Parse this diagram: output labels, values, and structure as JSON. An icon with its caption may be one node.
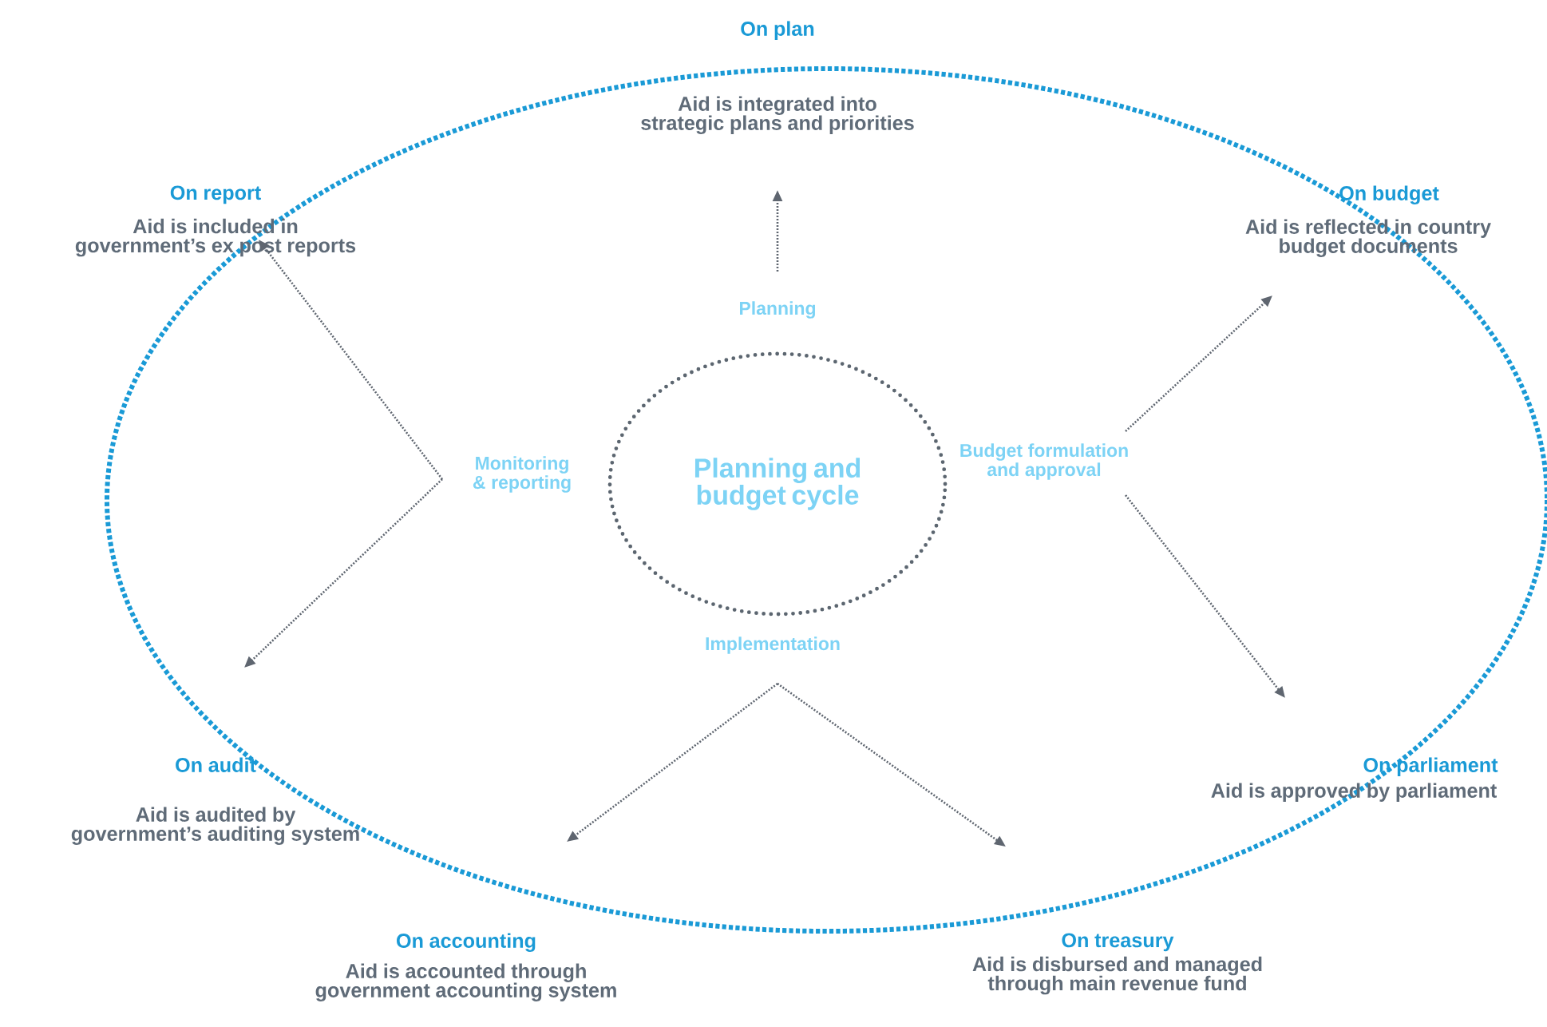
{
  "diagram": {
    "nodes": [
      {
        "text": [
          "Planning and budget cycle"
        ]
      },
      {
        "text": [
          "Planning"
        ]
      },
      {
        "text": [
          "Budget formulation and approval"
        ]
      },
      {
        "text": [
          "Implementation"
        ]
      },
      {
        "text": [
          "Monitoring & reporting"
        ]
      },
      {
        "text": [
          "On plan",
          "Aid is integrated into strategic plans and priorities"
        ]
      },
      {
        "text": [
          "On budget",
          "Aid is reflected in country budget documents"
        ]
      },
      {
        "text": [
          "On parliament",
          "Aid is approved by parliament"
        ]
      },
      {
        "text": [
          "On treasury",
          "Aid is disbursed and managed through main revenue fund"
        ]
      },
      {
        "text": [
          "On accounting",
          "Aid is accounted through government accounting system"
        ]
      },
      {
        "text": [
          "On audit",
          "Aid is audited by government’s auditing system"
        ]
      },
      {
        "text": [
          "On report",
          "Aid is included in government’s ex post reports"
        ]
      }
    ],
    "edges": [
      {
        "from": 1,
        "to": 5,
        "arrow": "to"
      },
      {
        "from": 2,
        "to": 6,
        "arrow": "to"
      },
      {
        "from": 2,
        "to": 7,
        "arrow": "to"
      },
      {
        "from": 3,
        "to": 9,
        "arrow": "to"
      },
      {
        "from": 3,
        "to": 8,
        "arrow": "to"
      },
      {
        "from": 4,
        "to": 11,
        "arrow": "to"
      },
      {
        "from": 4,
        "to": 10,
        "arrow": "to"
      }
    ]
  }
}
